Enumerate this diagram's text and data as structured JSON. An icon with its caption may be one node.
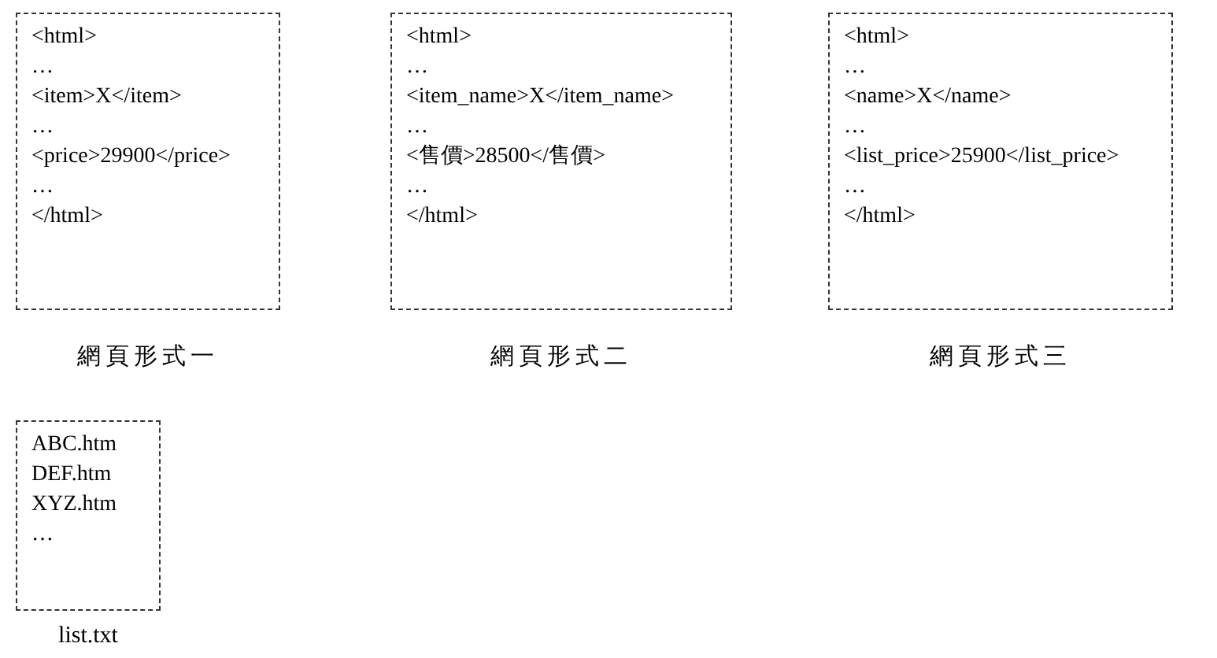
{
  "diagram": {
    "nodes": [
      {
        "text": [
          "<html>",
          "…",
          "<item>X</item>",
          "…",
          "<price>29900</price>",
          "…",
          "</html>"
        ],
        "beside": [
          "網頁形式一"
        ]
      },
      {
        "text": [
          "<html>",
          "…",
          "<item_name>X</item_name>",
          "…",
          "<售價>28500</售價>",
          "…",
          "</html>"
        ],
        "beside": [
          "網頁形式二"
        ]
      },
      {
        "text": [
          "<html>",
          "…",
          "<name>X</name>",
          "…",
          "<list_price>25900</list_price>",
          "…",
          "</html>"
        ],
        "beside": [
          "網頁形式三"
        ]
      },
      {
        "text": [
          "ABC.htm",
          "DEF.htm",
          "XYZ.htm",
          "…"
        ],
        "beside": [
          "list.txt"
        ]
      }
    ]
  }
}
